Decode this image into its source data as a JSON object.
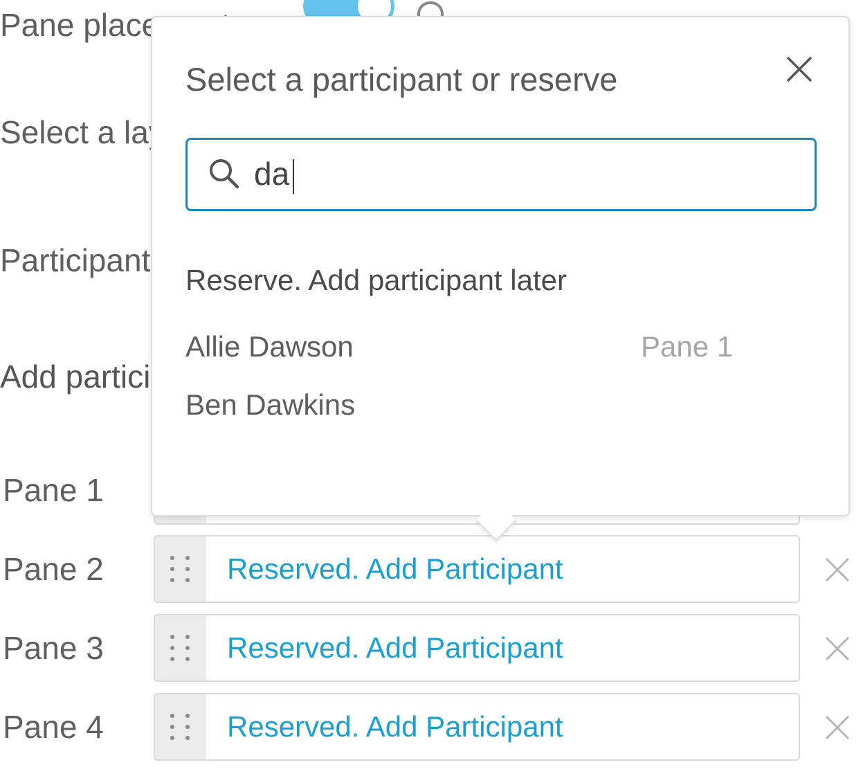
{
  "background": {
    "labels": {
      "pane_placement": "Pane placement",
      "select_layout": "Select a layout",
      "participants": "Participants",
      "add_participants": "Add participants"
    }
  },
  "panes": [
    {
      "label": "Pane 1",
      "value": ""
    },
    {
      "label": "Pane 2",
      "value": "Reserved. Add Participant"
    },
    {
      "label": "Pane 3",
      "value": "Reserved. Add Participant"
    },
    {
      "label": "Pane 4",
      "value": "Reserved. Add Participant"
    }
  ],
  "popover": {
    "title": "Select a participant or reserve",
    "search": {
      "value": "da",
      "placeholder": ""
    },
    "reserve_option": "Reserve. Add participant later",
    "results": [
      {
        "name": "Allie Dawson",
        "pane": "Pane 1"
      },
      {
        "name": "Ben Dawkins",
        "pane": ""
      }
    ]
  },
  "colors": {
    "accent": "#1a9fd0",
    "focus_border": "#1d87b9",
    "toggle_on": "#63c3ee"
  },
  "icons": {
    "close": "close-icon",
    "search": "search-icon",
    "drag": "drag-handle-icon"
  }
}
